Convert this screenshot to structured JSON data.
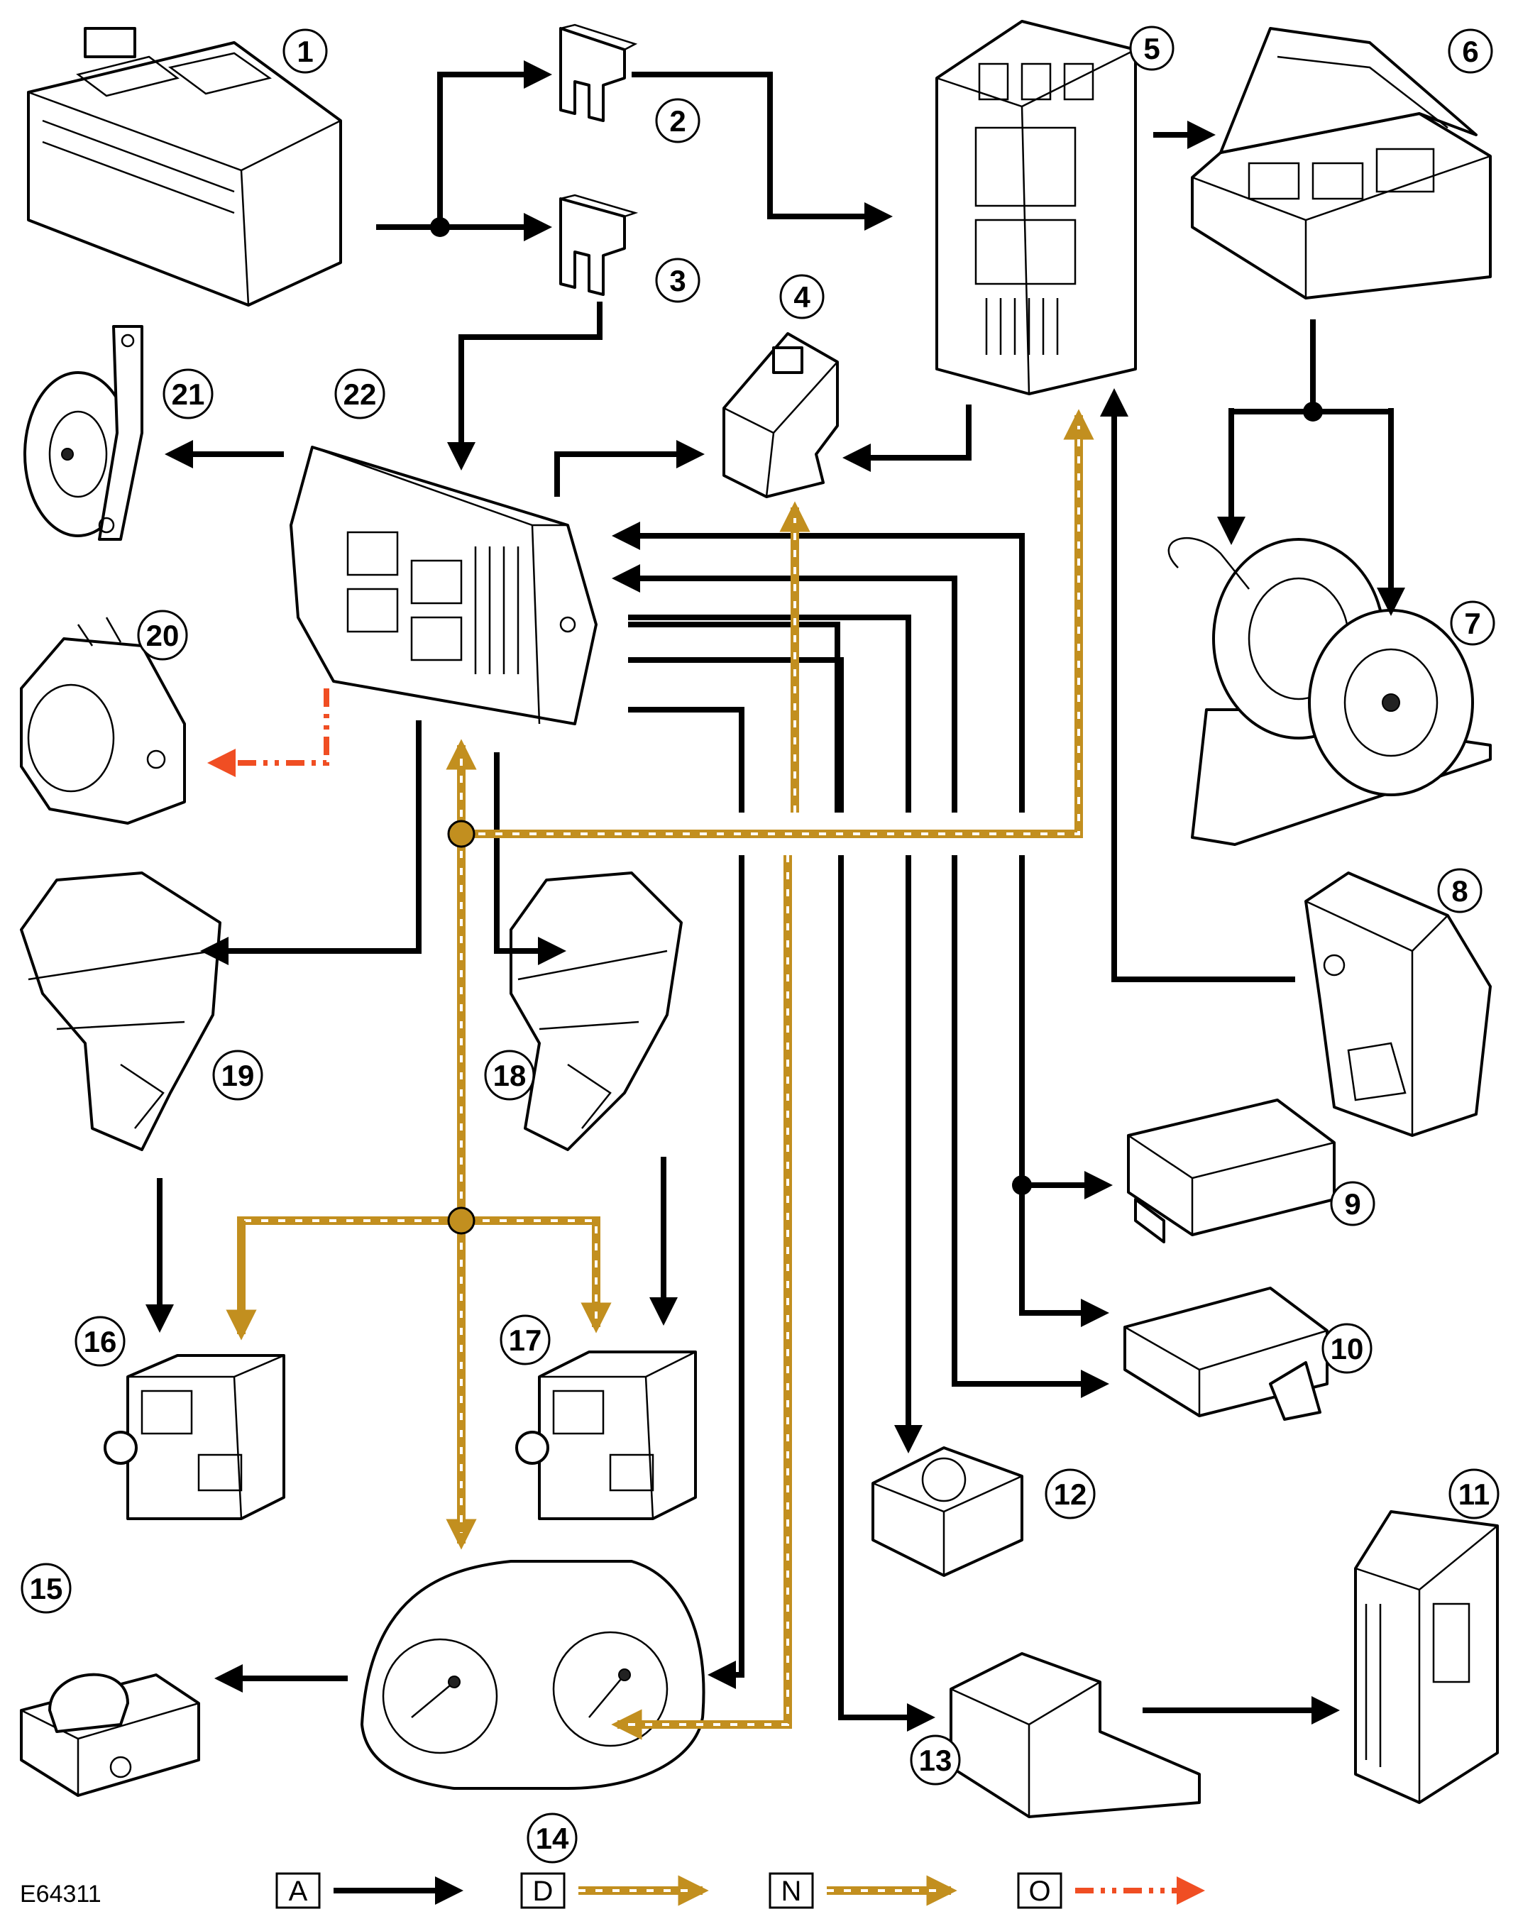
{
  "figure_id": "E64311",
  "components": [
    {
      "id": "battery",
      "label": "1"
    },
    {
      "id": "fuse-upper",
      "label": "2"
    },
    {
      "id": "fuse-lower",
      "label": "3"
    },
    {
      "id": "sensor-module",
      "label": "4"
    },
    {
      "id": "central-junction-box",
      "label": "5"
    },
    {
      "id": "engine-junction-box",
      "label": "6"
    },
    {
      "id": "twin-horns",
      "label": "7"
    },
    {
      "id": "tailgate-latch",
      "label": "8"
    },
    {
      "id": "control-module-9",
      "label": "9"
    },
    {
      "id": "control-module-10",
      "label": "10"
    },
    {
      "id": "control-module-11",
      "label": "11"
    },
    {
      "id": "sensor-12",
      "label": "12"
    },
    {
      "id": "antenna-module-13",
      "label": "13"
    },
    {
      "id": "instrument-cluster",
      "label": "14"
    },
    {
      "id": "alarm-sensor-15",
      "label": "15"
    },
    {
      "id": "door-module-16",
      "label": "16"
    },
    {
      "id": "door-module-17",
      "label": "17"
    },
    {
      "id": "door-latch-18",
      "label": "18"
    },
    {
      "id": "door-latch-19",
      "label": "19"
    },
    {
      "id": "sounder-20",
      "label": "20"
    },
    {
      "id": "horn-21",
      "label": "21"
    },
    {
      "id": "rear-junction-box",
      "label": "22"
    }
  ],
  "legend": [
    {
      "key": "A",
      "style": "solid-black"
    },
    {
      "key": "D",
      "style": "gold-dashed"
    },
    {
      "key": "N",
      "style": "gold-dashed"
    },
    {
      "key": "O",
      "style": "orange-dash-dot"
    }
  ],
  "colors": {
    "wire_a": "#000000",
    "bus": "#c28f1f",
    "wire_o": "#f04e23"
  }
}
